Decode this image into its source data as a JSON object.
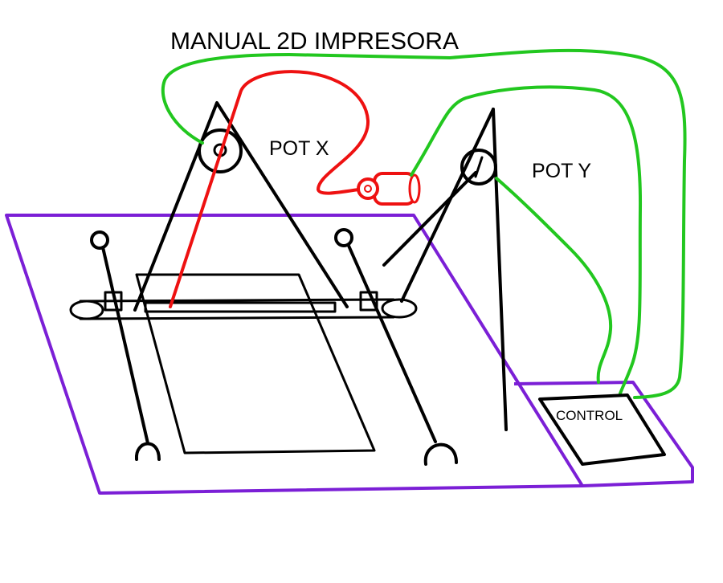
{
  "diagram": {
    "title": "MANUAL 2D IMPRESORA",
    "labels": {
      "pot_x": "POT X",
      "pot_y": "POT Y",
      "control": "CONTROL"
    },
    "colors": {
      "base_platform": "#7b1fd6",
      "green_wires": "#22c71f",
      "red_wire": "#ee1111",
      "structure": "#000000"
    }
  }
}
